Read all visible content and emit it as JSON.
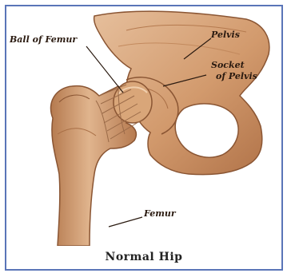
{
  "labels": {
    "ball_of_femur": "Ball of Femur",
    "pelvis": "Pelvis",
    "socket_line1": "Socket",
    "socket_line2": "of Pelvis",
    "femur": "Femur"
  },
  "caption": "Normal Hip",
  "colors": {
    "frame": "#5a75b8",
    "bone_light": "#dcae86",
    "bone_mid": "#c98f60",
    "bone_dark": "#8a5533",
    "ligament": "#b88762"
  }
}
